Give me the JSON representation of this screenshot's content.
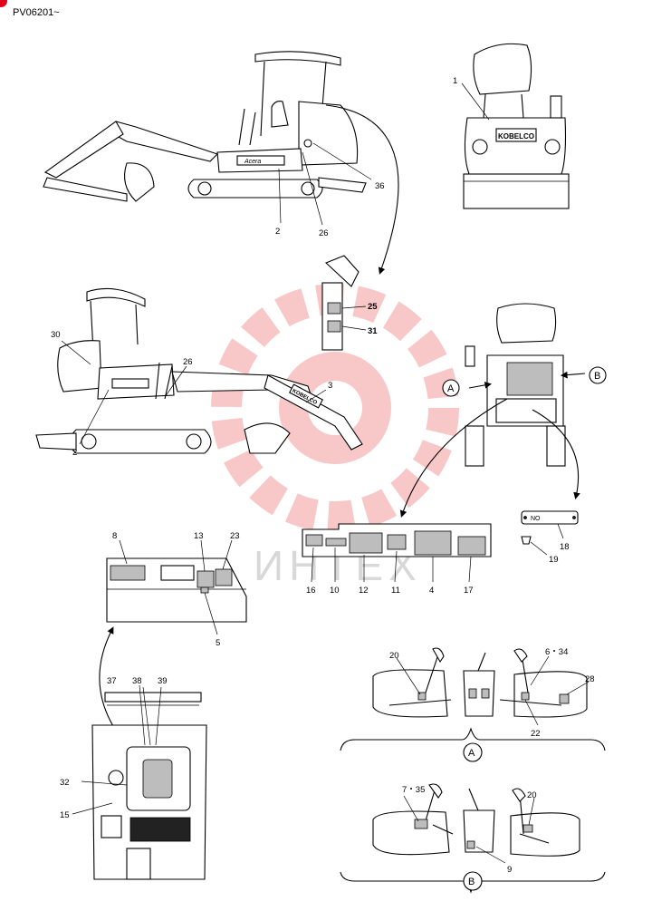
{
  "header": {
    "code": "PV06201~"
  },
  "watermark": {
    "text": "ИНТЕХ",
    "color": "#e83a3a"
  },
  "callouts": {
    "c1": "1",
    "c2a": "2",
    "c2b": "2",
    "c3": "3",
    "c4": "4",
    "c5": "5",
    "c6_34": "6・34",
    "c7_35": "7・35",
    "c8": "8",
    "c9": "9",
    "c10": "10",
    "c11": "11",
    "c12": "12",
    "c13": "13",
    "c15": "15",
    "c16": "16",
    "c17": "17",
    "c18": "18",
    "c19": "19",
    "c20a": "20",
    "c20b": "20",
    "c22": "22",
    "c23": "23",
    "c25": "25",
    "c26a": "26",
    "c26b": "26",
    "c28": "28",
    "c30": "30",
    "c31": "31",
    "c32": "32",
    "c36": "36",
    "c37": "37",
    "c38": "38",
    "c39": "39"
  },
  "view_labels": {
    "a": "A",
    "b": "B",
    "section_a": "A",
    "section_b": "B"
  },
  "decals": {
    "rear_brand": "KOBELCO",
    "boom_brand": "KOBELCO",
    "side_script": "Acera",
    "plate_text": "NO"
  }
}
